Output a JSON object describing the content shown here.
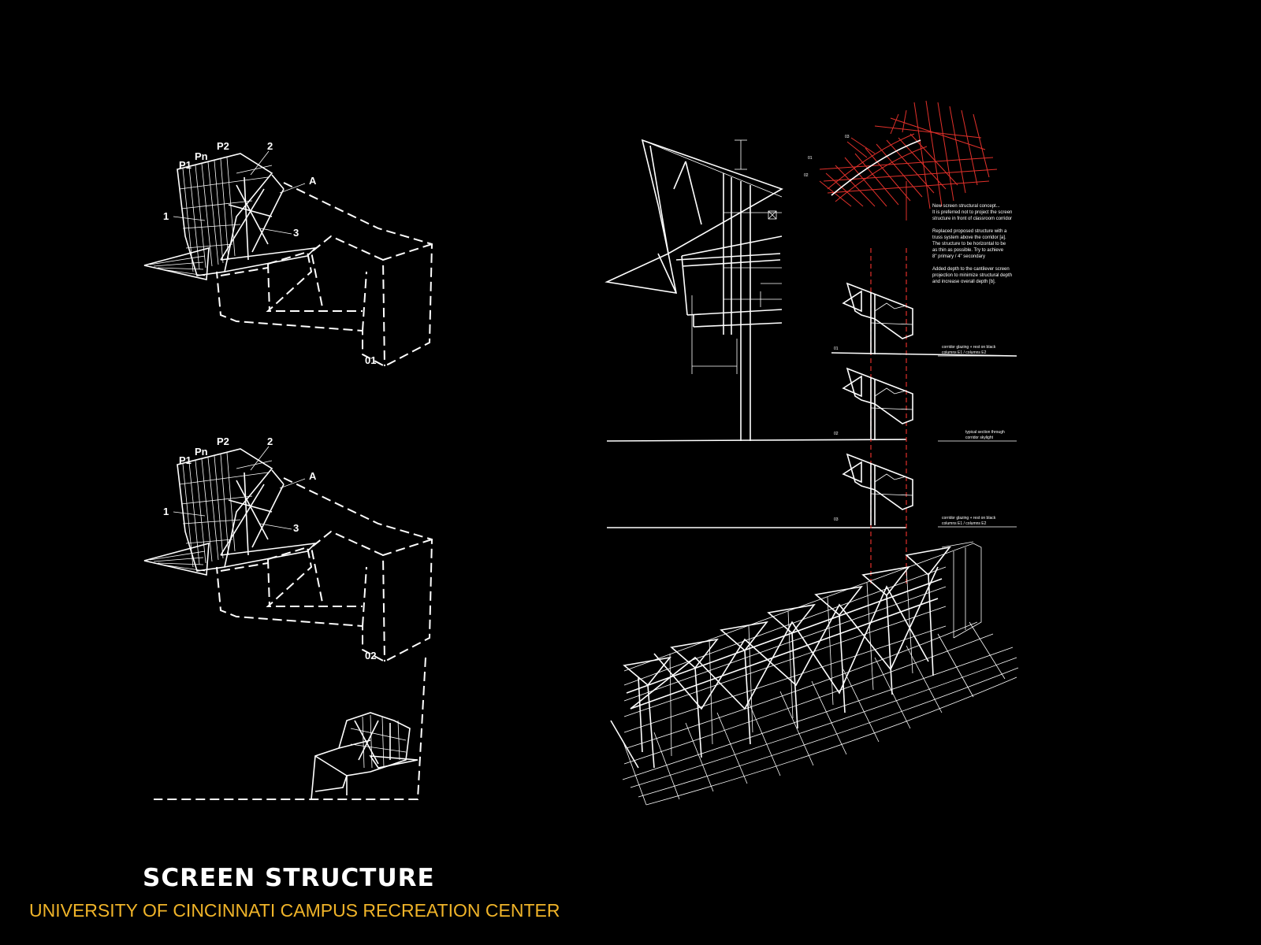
{
  "title": "SCREEN STRUCTURE",
  "subtitle": "UNIVERSITY OF CINCINNATI CAMPUS RECREATION CENTER",
  "colors": {
    "background": "#000000",
    "lines": "#ffffff",
    "accent_red": "#e0302a",
    "subtitle": "#f0b429"
  },
  "diagram_01": {
    "number": "01",
    "labels": {
      "p1": "P1",
      "pn": "Pn",
      "p2": "P2",
      "two": "2",
      "a": "A",
      "one": "1",
      "three": "3"
    }
  },
  "diagram_02": {
    "number": "02",
    "labels": {
      "p1": "P1",
      "pn": "Pn",
      "p2": "P2",
      "two": "2",
      "a": "A",
      "one": "1",
      "three": "3"
    }
  },
  "notes": {
    "note1": [
      "New screen structural concept...",
      "It is preferred not to project the screen",
      "structure in front of classroom corridor"
    ],
    "note2": [
      "Replaced proposed structure with a",
      "truss system above the corridor [a].",
      "The structure to be horizontal to be",
      "as thin as possible. Try to achieve",
      "8\" primary / 4\" secondary"
    ],
    "note3": [
      "Added depth to the cantilever screen",
      "projection to minimize structural depth",
      "and increase overall depth [b]."
    ],
    "sec1": [
      "corridor glazing + rest on black",
      "columns E1 / columns E2"
    ],
    "sec2": [
      "typical section through",
      "corridor skylight"
    ],
    "sec3": [
      "corridor glazing + rest on black",
      "columns E1 / columns E2"
    ]
  }
}
